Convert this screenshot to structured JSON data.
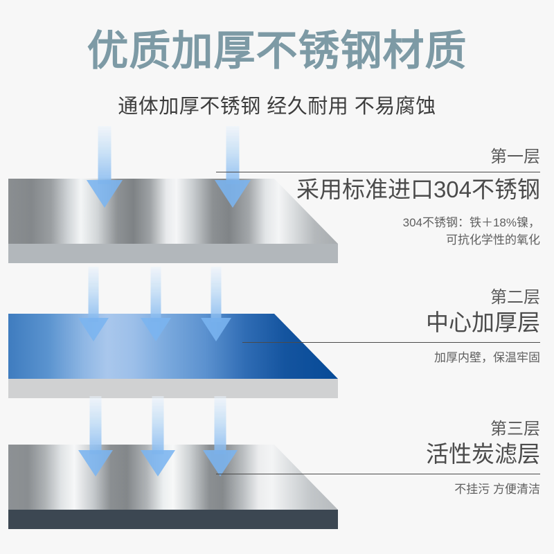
{
  "header": {
    "title": "优质加厚不锈钢材质",
    "subtitle": "通体加厚不锈钢 经久耐用 不易腐蚀",
    "title_color": "#7d9aa5",
    "subtitle_color": "#3d3d3d"
  },
  "background_color": "#f7f7f7",
  "layers": [
    {
      "index_label": "第一层",
      "name": "采用标准进口304不锈钢",
      "note_line1": "304不锈钢：铁＋18%镍，",
      "note_line2": "可抗化学性的氧化",
      "surface": "brushed-stainless-steel",
      "surface_color": "#8c9093",
      "edge_color": "#b2b7bb",
      "arrow_count": 2
    },
    {
      "index_label": "第二层",
      "name": "中心加厚层",
      "note_line1": "加厚内壁，保温牢固",
      "note_line2": "",
      "surface": "blue-gradient",
      "surface_color": "#0a4f9c",
      "edge_color": "#d0d1d2",
      "arrow_count": 3
    },
    {
      "index_label": "第三层",
      "name": "活性炭滤层",
      "note_line1": "不挂污 方便清洁",
      "note_line2": "",
      "surface": "brushed-stainless-steel",
      "surface_color": "#8c9093",
      "edge_color": "#3c4752",
      "arrow_count": 3
    }
  ],
  "arrow": {
    "icon": "down-arrow-icon",
    "color": "#7fbaf0"
  }
}
